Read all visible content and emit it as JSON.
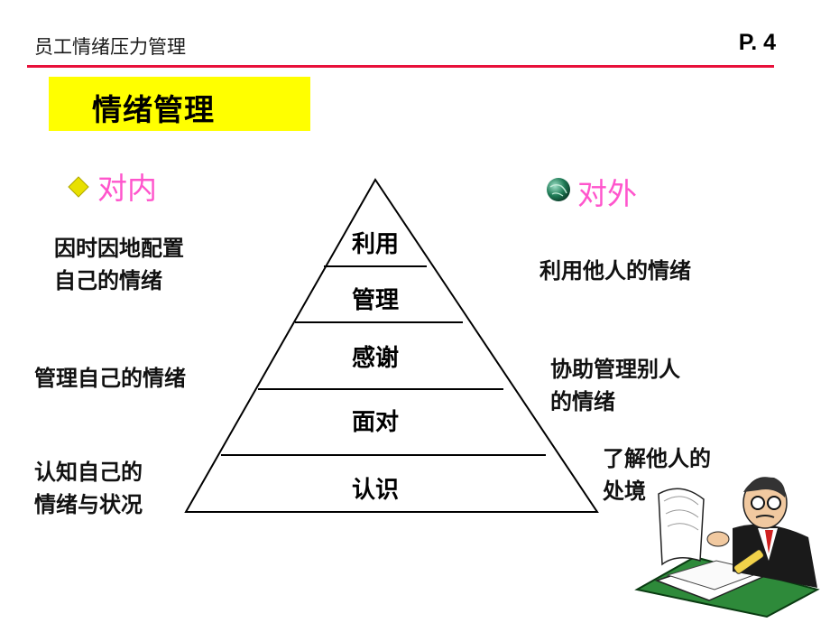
{
  "header": {
    "title": "员工情绪压力管理",
    "page": "P. 4"
  },
  "slide": {
    "title": "情绪管理"
  },
  "inner": {
    "heading": "对内",
    "items": [
      "因时因地配置\n自己的情绪",
      "管理自己的情绪",
      "认知自己的\n情绪与状况"
    ]
  },
  "outer": {
    "heading": "对外",
    "items": [
      "利用他人的情绪",
      "协助管理别人\n的情绪",
      "了解他人的\n处境"
    ]
  },
  "pyramid": {
    "tiers": [
      "利用",
      "管理",
      "感谢",
      "面对",
      "认识"
    ]
  },
  "colors": {
    "accent_rule": "#e8103a",
    "title_box": "#ffff00",
    "side_heading": "#ff55cc",
    "diamond": "#e8e000"
  },
  "icons": {
    "inner_bullet": "diamond-icon",
    "outer_bullet": "globe-icon",
    "illustration": "office-worker-clipart"
  }
}
